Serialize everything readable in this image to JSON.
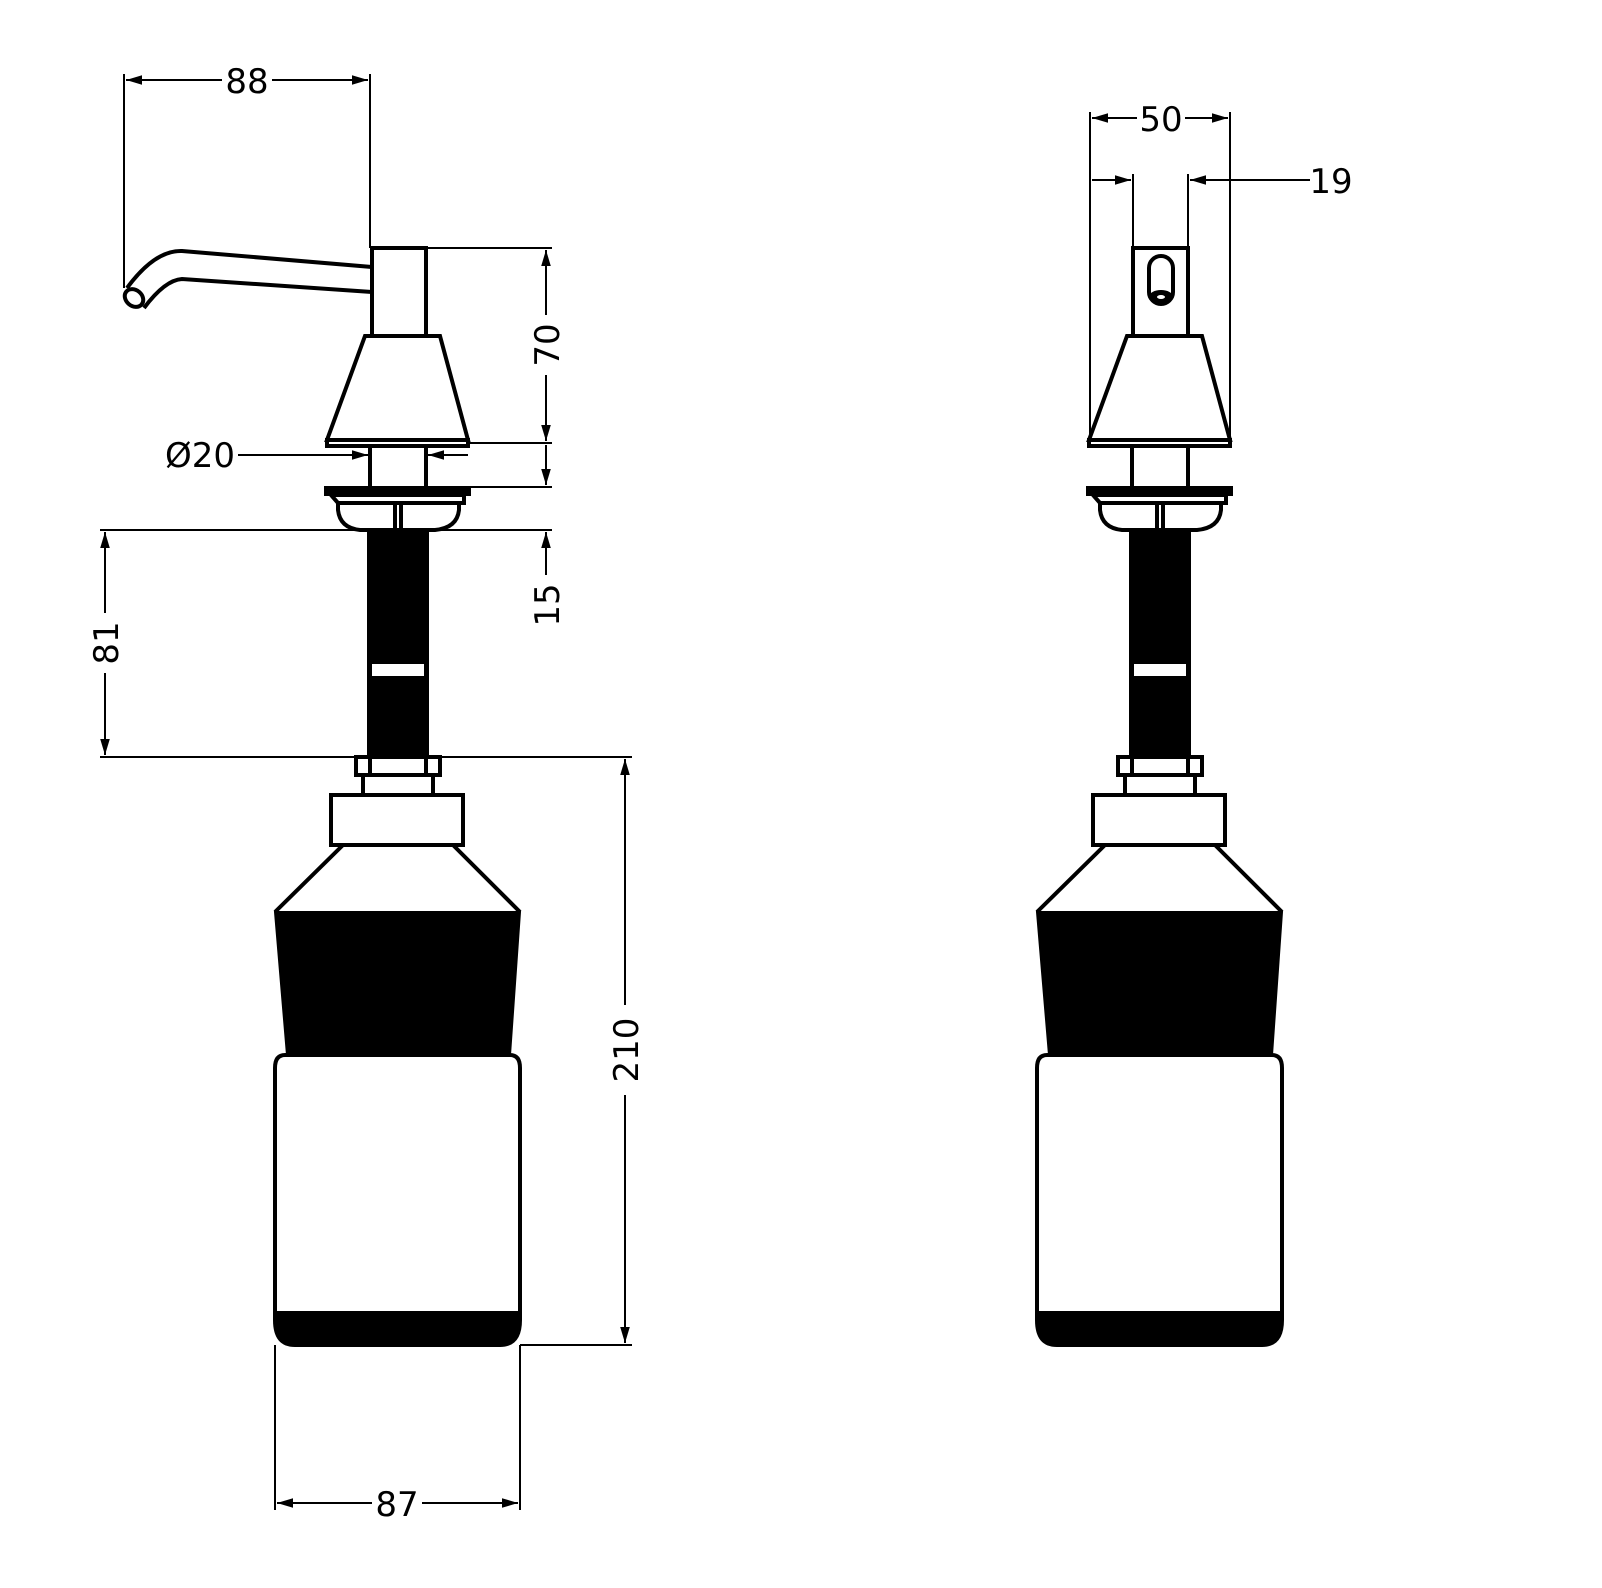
{
  "drawing": {
    "front_view": {
      "dimensions": {
        "spout_reach": "88",
        "head_height": "70",
        "neck_diameter": "Ø20",
        "flange_height": "15",
        "tube_length": "81",
        "bottle_height": "210",
        "bottle_width": "87"
      }
    },
    "side_view": {
      "dimensions": {
        "head_width": "50",
        "stem_width": "19"
      }
    },
    "colors": {
      "line": "#000000",
      "background": "#ffffff"
    }
  }
}
